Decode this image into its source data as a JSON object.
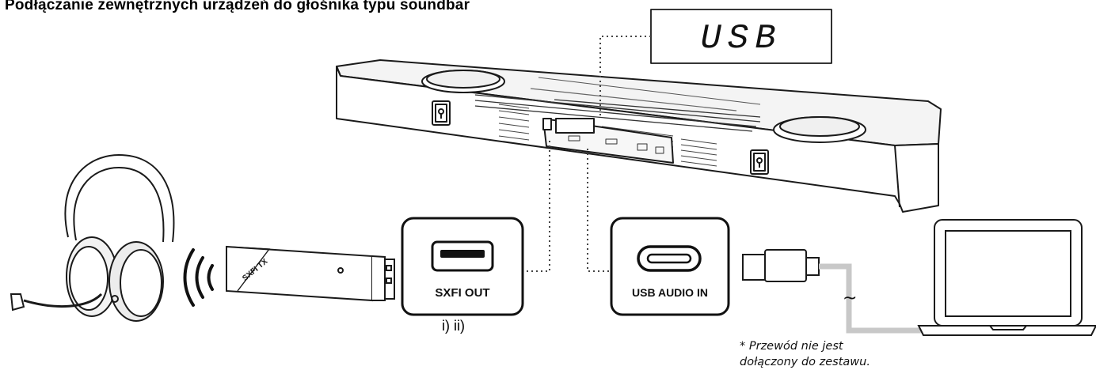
{
  "title": "Podłączanie zewnętrznych urządzeń do głośnika typu soundbar",
  "display": {
    "text": "USB"
  },
  "ports": {
    "sxfi_out": "SXFI OUT",
    "usb_audio_in": "USB AUDIO IN"
  },
  "dongle_label": "SXFI TX",
  "footnote_ref": "i) ii)",
  "note": {
    "line1": "* Przewód nie jest",
    "line2": "dołączony do zestawu."
  },
  "cable_mark": "~"
}
